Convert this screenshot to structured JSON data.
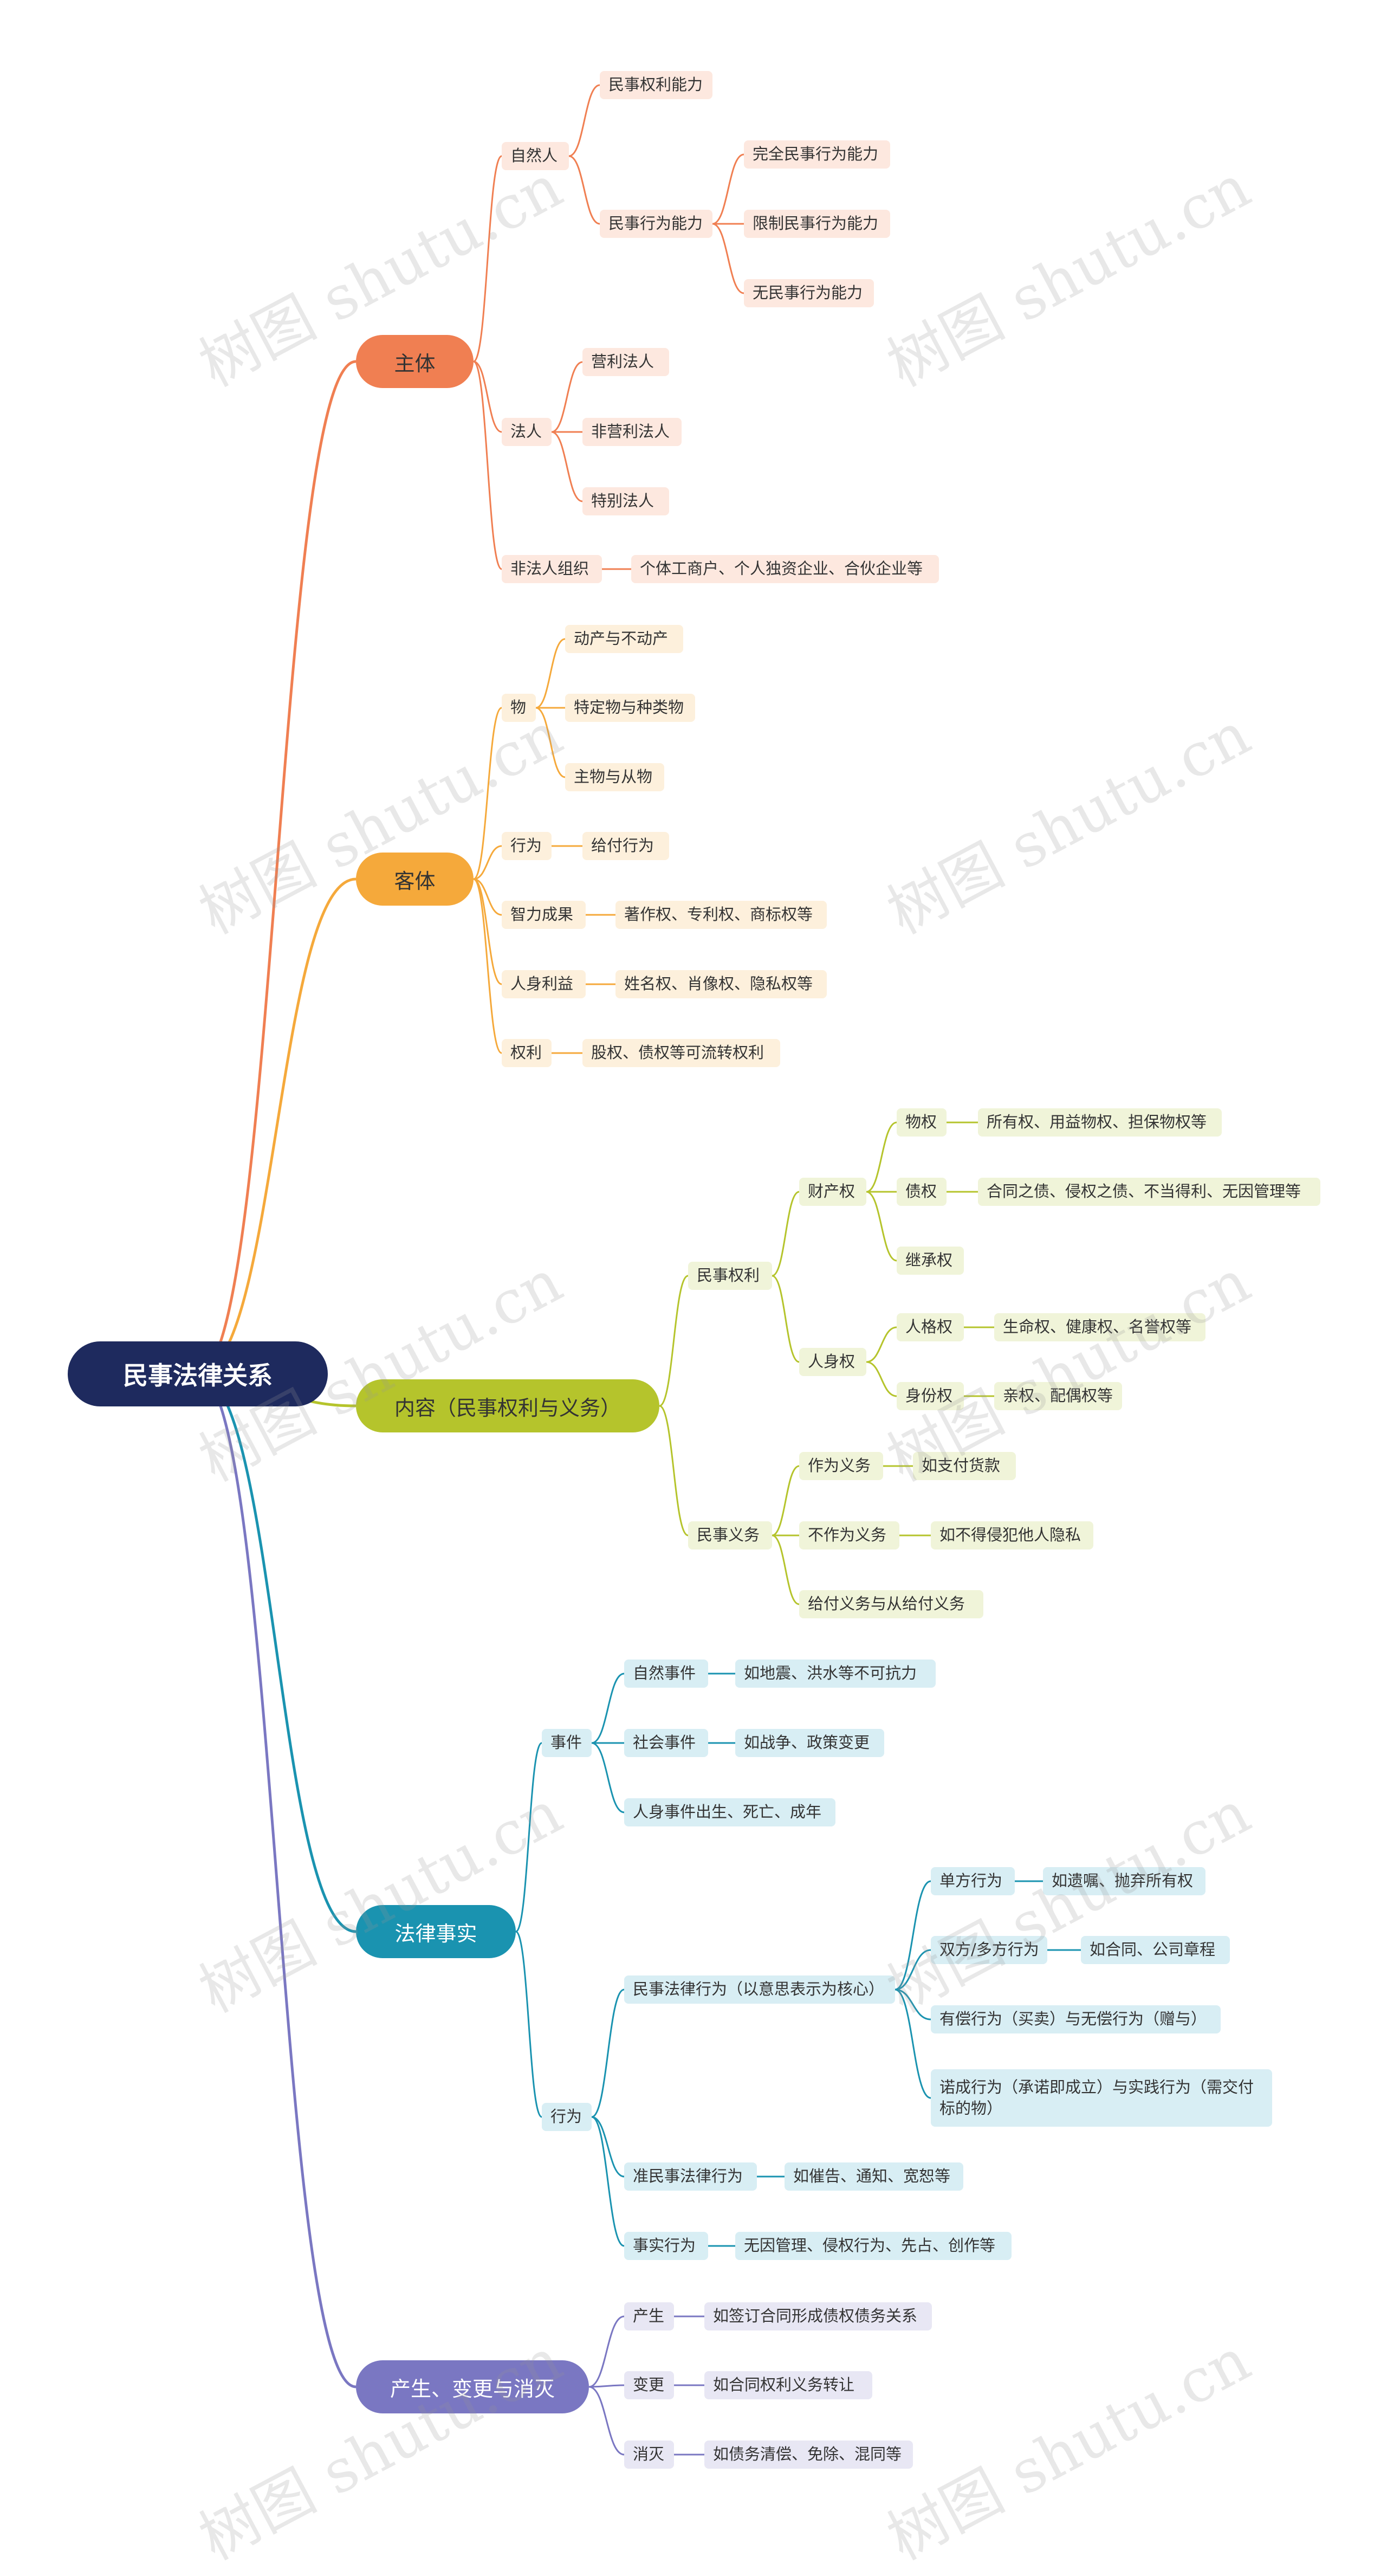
{
  "root": "民事法律关系",
  "branches": [
    {
      "id": "zhuti",
      "label": "主体",
      "color": "#f07f52",
      "leafColor": "#fde8df",
      "children": [
        {
          "id": "zrr",
          "label": "自然人",
          "children": [
            {
              "id": "mqnl",
              "label": "民事权利能力"
            },
            {
              "id": "mxnl",
              "label": "民事行为能力",
              "children": [
                {
                  "id": "wq",
                  "label": "完全民事行为能力"
                },
                {
                  "id": "xz",
                  "label": "限制民事行为能力"
                },
                {
                  "id": "wu",
                  "label": "无民事行为能力"
                }
              ]
            }
          ]
        },
        {
          "id": "fr",
          "label": "法人",
          "children": [
            {
              "id": "yl",
              "label": "营利法人"
            },
            {
              "id": "fyl",
              "label": "非营利法人"
            },
            {
              "id": "tb",
              "label": "特别法人"
            }
          ]
        },
        {
          "id": "ffr",
          "label": "非法人组织",
          "children": [
            {
              "id": "gt",
              "label": "个体工商户、个人独资企业、合伙企业等"
            }
          ]
        }
      ]
    },
    {
      "id": "keti",
      "label": "客体",
      "color": "#f5a93b",
      "leafColor": "#fdf0dc",
      "children": [
        {
          "id": "wu2",
          "label": "物",
          "children": [
            {
              "id": "dc",
              "label": "动产与不动产"
            },
            {
              "id": "td",
              "label": "特定物与种类物"
            },
            {
              "id": "zw",
              "label": "主物与从物"
            }
          ]
        },
        {
          "id": "xw",
          "label": "行为",
          "children": [
            {
              "id": "gf",
              "label": "给付行为"
            }
          ]
        },
        {
          "id": "zl",
          "label": "智力成果",
          "children": [
            {
              "id": "zz",
              "label": "著作权、专利权、商标权等"
            }
          ]
        },
        {
          "id": "rs",
          "label": "人身利益",
          "children": [
            {
              "id": "xm",
              "label": "姓名权、肖像权、隐私权等"
            }
          ]
        },
        {
          "id": "ql",
          "label": "权利",
          "children": [
            {
              "id": "gq",
              "label": "股权、债权等可流转权利"
            }
          ]
        }
      ]
    },
    {
      "id": "neirong",
      "label": "内容（民事权利与义务）",
      "color": "#b5c42c",
      "leafColor": "#f0f4d9",
      "children": [
        {
          "id": "msql",
          "label": "民事权利",
          "children": [
            {
              "id": "ccq",
              "label": "财产权",
              "children": [
                {
                  "id": "wq2",
                  "label": "物权",
                  "children": [
                    {
                      "id": "syq",
                      "label": "所有权、用益物权、担保物权等"
                    }
                  ]
                },
                {
                  "id": "zq",
                  "label": "债权",
                  "children": [
                    {
                      "id": "ht",
                      "label": "合同之债、侵权之债、不当得利、无因管理等"
                    }
                  ]
                },
                {
                  "id": "jcq",
                  "label": "继承权"
                }
              ]
            },
            {
              "id": "rsq",
              "label": "人身权",
              "children": [
                {
                  "id": "rgq",
                  "label": "人格权",
                  "children": [
                    {
                      "id": "smq",
                      "label": "生命权、健康权、名誉权等"
                    }
                  ]
                },
                {
                  "id": "sfq",
                  "label": "身份权",
                  "children": [
                    {
                      "id": "qq",
                      "label": "亲权、配偶权等"
                    }
                  ]
                }
              ]
            }
          ]
        },
        {
          "id": "msyw",
          "label": "民事义务",
          "children": [
            {
              "id": "zwyw",
              "label": "作为义务",
              "children": [
                {
                  "id": "rzf",
                  "label": "如支付货款"
                }
              ]
            },
            {
              "id": "bzw",
              "label": "不作为义务",
              "children": [
                {
                  "id": "rbd",
                  "label": "如不得侵犯他人隐私"
                }
              ]
            },
            {
              "id": "gfyw",
              "label": "给付义务与从给付义务"
            }
          ]
        }
      ]
    },
    {
      "id": "falv",
      "label": "法律事实",
      "color": "#1a93b0",
      "leafColor": "#d8eef4",
      "children": [
        {
          "id": "sj",
          "label": "事件",
          "children": [
            {
              "id": "zrsj",
              "label": "自然事件",
              "children": [
                {
                  "id": "rdz",
                  "label": "如地震、洪水等不可抗力"
                }
              ]
            },
            {
              "id": "shsj",
              "label": "社会事件",
              "children": [
                {
                  "id": "rzz",
                  "label": "如战争、政策变更"
                }
              ]
            },
            {
              "id": "rssj",
              "label": "人身事件出生、死亡、成年"
            }
          ]
        },
        {
          "id": "xw2",
          "label": "行为",
          "children": [
            {
              "id": "msfl",
              "label": "民事法律行为（以意思表示为核心）",
              "children": [
                {
                  "id": "dfxw",
                  "label": "单方行为",
                  "children": [
                    {
                      "id": "ryz",
                      "label": "如遗嘱、抛弃所有权"
                    }
                  ]
                },
                {
                  "id": "sfxw",
                  "label": "双方/多方行为",
                  "children": [
                    {
                      "id": "rht",
                      "label": "如合同、公司章程"
                    }
                  ]
                },
                {
                  "id": "ycxw",
                  "label": "有偿行为（买卖）与无偿行为（赠与）"
                },
                {
                  "id": "ncxw",
                  "label": "诺成行为（承诺即成立）与实践行为（需交付标的物）"
                }
              ]
            },
            {
              "id": "zmsfl",
              "label": "准民事法律行为",
              "children": [
                {
                  "id": "rcg",
                  "label": "如催告、通知、宽恕等"
                }
              ]
            },
            {
              "id": "ssxw",
              "label": "事实行为",
              "children": [
                {
                  "id": "wygl",
                  "label": "无因管理、侵权行为、先占、创作等"
                }
              ]
            }
          ]
        }
      ]
    },
    {
      "id": "chansheng",
      "label": "产生、变更与消灭",
      "color": "#7a77c2",
      "leafColor": "#e8e7f4",
      "children": [
        {
          "id": "cs",
          "label": "产生",
          "children": [
            {
              "id": "rqd",
              "label": "如签订合同形成债权债务关系"
            }
          ]
        },
        {
          "id": "bg",
          "label": "变更",
          "children": [
            {
              "id": "rhtq",
              "label": "如合同权利义务转让"
            }
          ]
        },
        {
          "id": "xm2",
          "label": "消灭",
          "children": [
            {
              "id": "rzw",
              "label": "如债务清偿、免除、混同等"
            }
          ]
        }
      ]
    }
  ],
  "watermark": "树图 shutu.cn"
}
